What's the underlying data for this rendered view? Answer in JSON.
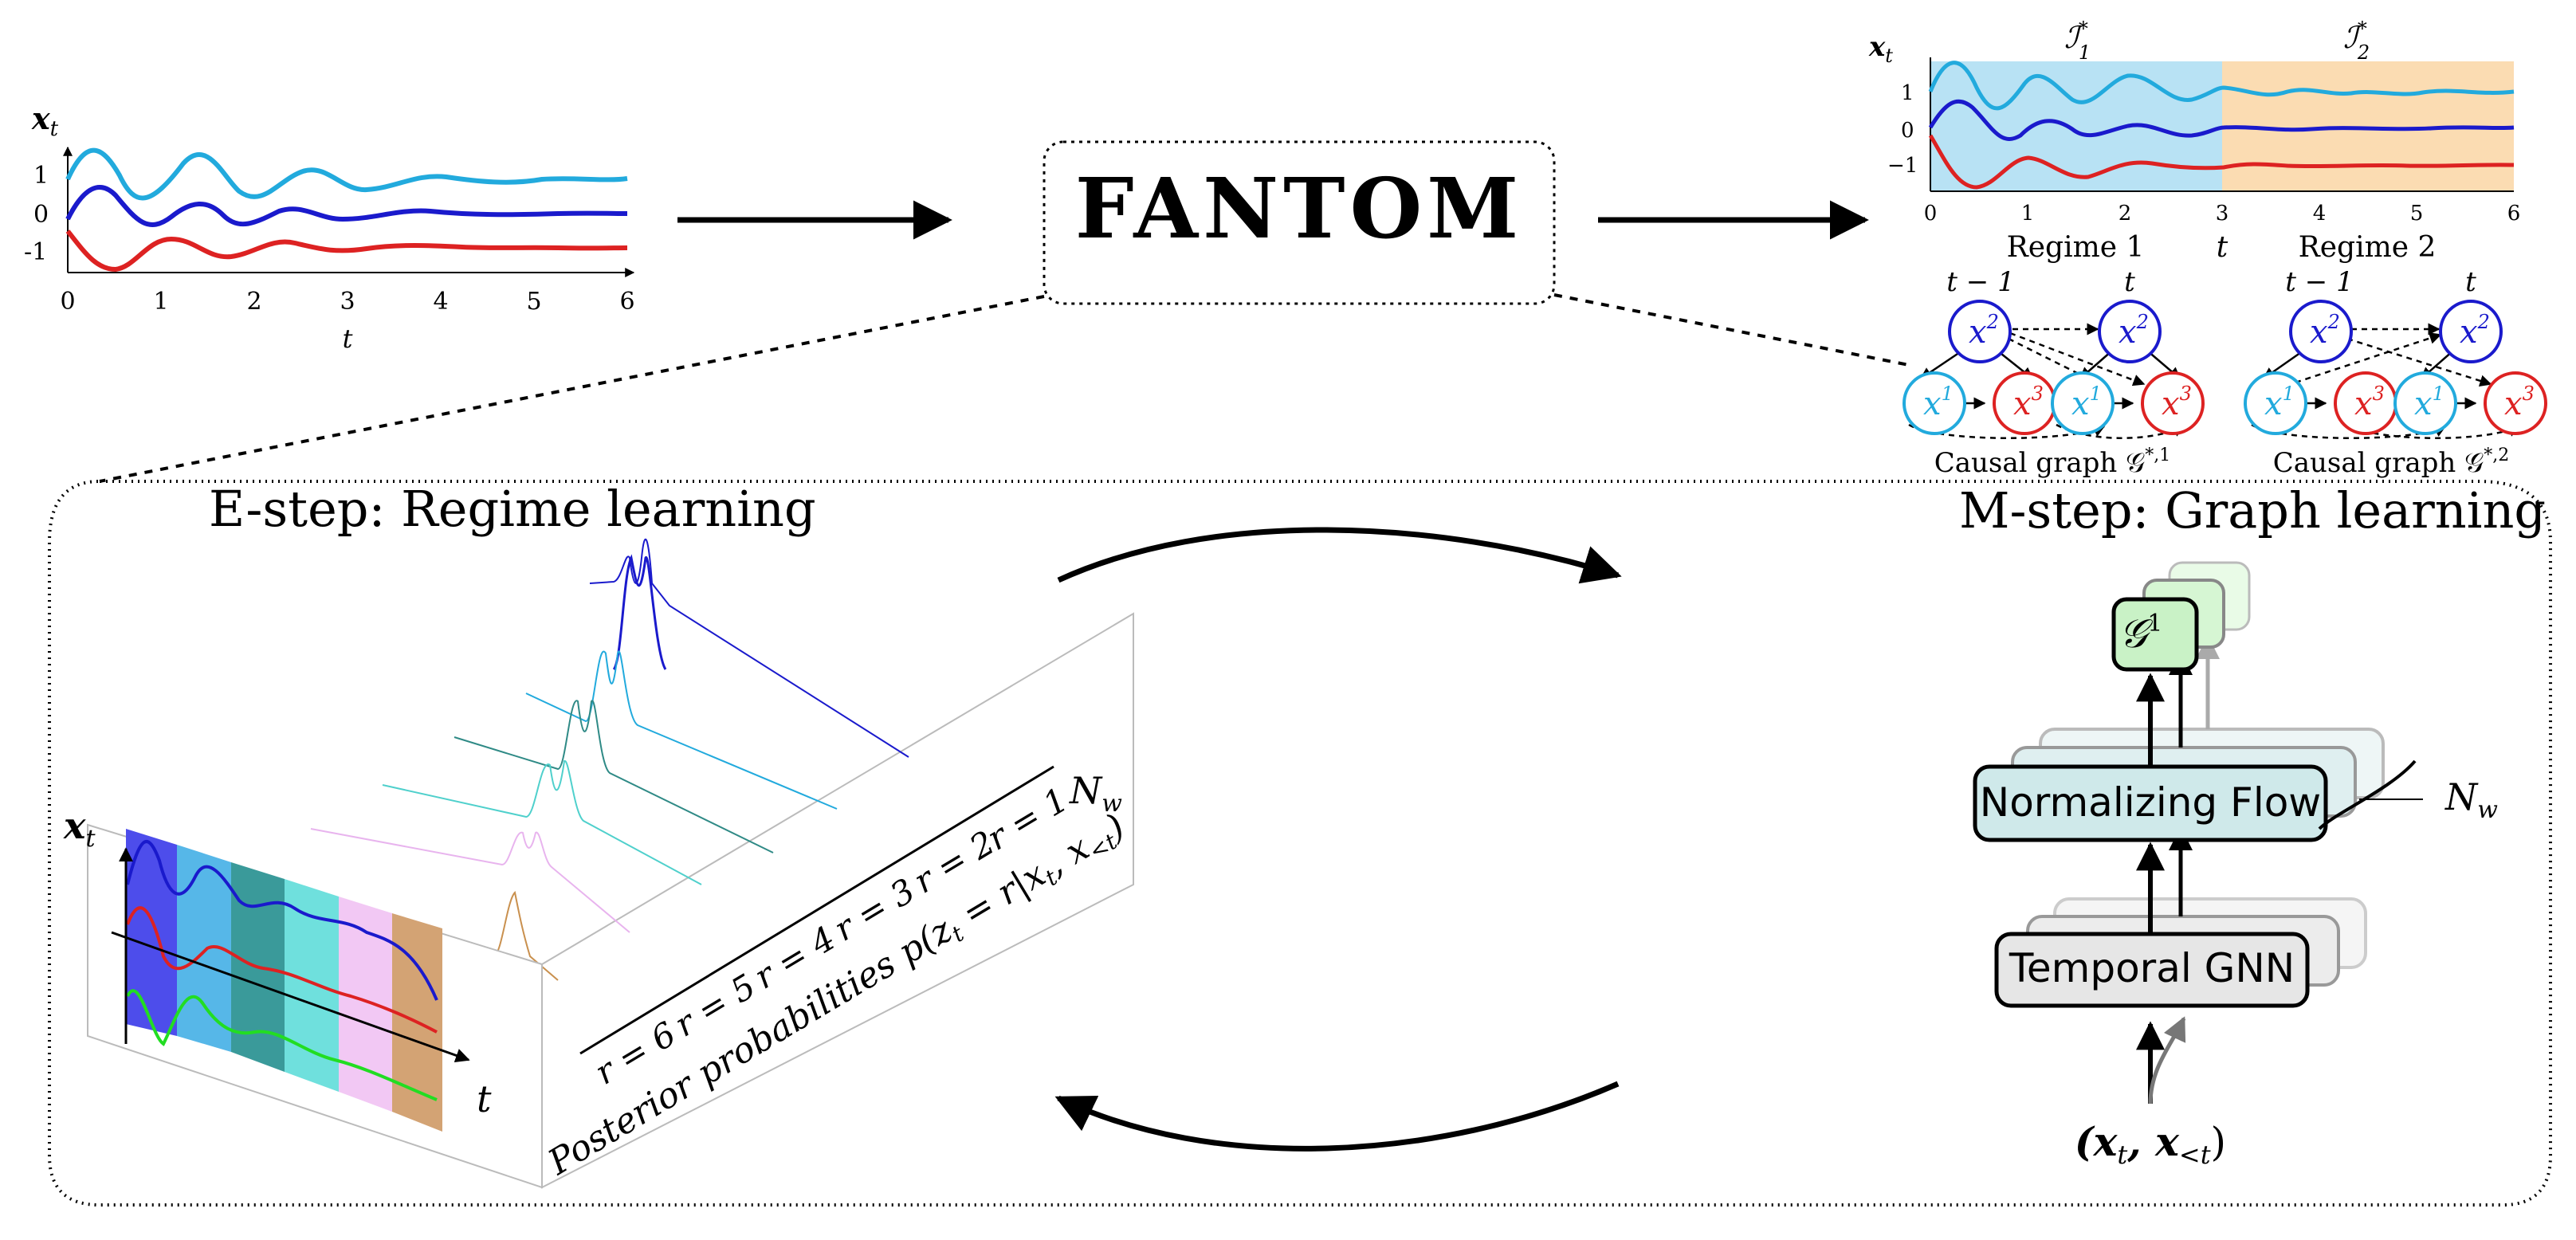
{
  "colors": {
    "series_top": "#22aadd",
    "series_mid": "#1a1acc",
    "series_bottom": "#dd2222",
    "regime1_bg": "#b8e2f4",
    "regime2_bg": "#fbdcb2",
    "node_x1": "#22aadd",
    "node_x2": "#1a1acc",
    "node_x3": "#dd2222",
    "graph_box": "#c9f2c6",
    "flow_box": "#cfe9ea",
    "gnn_box": "#e6e6e6",
    "estep_strips": [
      "#4d4deb",
      "#56b7e8",
      "#3a9a9a",
      "#6fe0dd",
      "#f2c8f4",
      "#d3a374"
    ]
  },
  "input_plot": {
    "ylabel": "x",
    "ylabel_sub": "t",
    "yticks": [
      "1",
      "0",
      "-1"
    ],
    "xticks": [
      "0",
      "1",
      "2",
      "3",
      "4",
      "5",
      "6"
    ],
    "xlabel": "t"
  },
  "fantom_label": "FANTOM",
  "output_plot": {
    "ylabel": "x",
    "ylabel_sub": "t",
    "yticks": [
      "1",
      "0",
      "−1"
    ],
    "xticks": [
      "0",
      "1",
      "2",
      "3",
      "4",
      "5",
      "6"
    ],
    "xlabel": "t",
    "interval1": "ℐ",
    "interval1_sub": "1",
    "interval1_sup": "*",
    "interval2": "ℐ",
    "interval2_sub": "2",
    "interval2_sup": "*",
    "regime1_label": "Regime 1",
    "regime2_label": "Regime 2"
  },
  "causal_graphs": [
    {
      "col_prev": "t − 1",
      "col_now": "t",
      "caption": "Causal graph 𝒢",
      "caption_sup": "*,1"
    },
    {
      "col_prev": "t − 1",
      "col_now": "t",
      "caption": "Causal graph 𝒢",
      "caption_sup": "*,2"
    }
  ],
  "node_labels": {
    "x": "x",
    "x1_sup": "1",
    "x2_sup": "2",
    "x3_sup": "3"
  },
  "estep": {
    "title": "E-step: Regime learning",
    "xlabel": "x",
    "xlabel_sub": "t",
    "axis_t": "t",
    "regime_labels": [
      "r = 6",
      "r = 5",
      "r = 4",
      "r = 3",
      "r = 2",
      "r = 1"
    ],
    "nw_label": "N",
    "nw_sub": "w",
    "posterior_label": "Posterior probabilities p(z",
    "posterior_sub": "t",
    "posterior_rest": " = r|x",
    "posterior_sub2": "t",
    "posterior_rest2": ", x",
    "posterior_sub3": "<t",
    "posterior_end": ")"
  },
  "mstep": {
    "title": "M-step: Graph learning",
    "graph_label": "𝒢",
    "graph_sup": "1",
    "flow_label": "Normalizing Flow",
    "gnn_label": "Temporal GNN",
    "nw_label": "N",
    "nw_sub": "w",
    "input_label_open": "(x",
    "input_sub1": "t",
    "input_mid": ", x",
    "input_sub2": "<t",
    "input_close": ")"
  }
}
